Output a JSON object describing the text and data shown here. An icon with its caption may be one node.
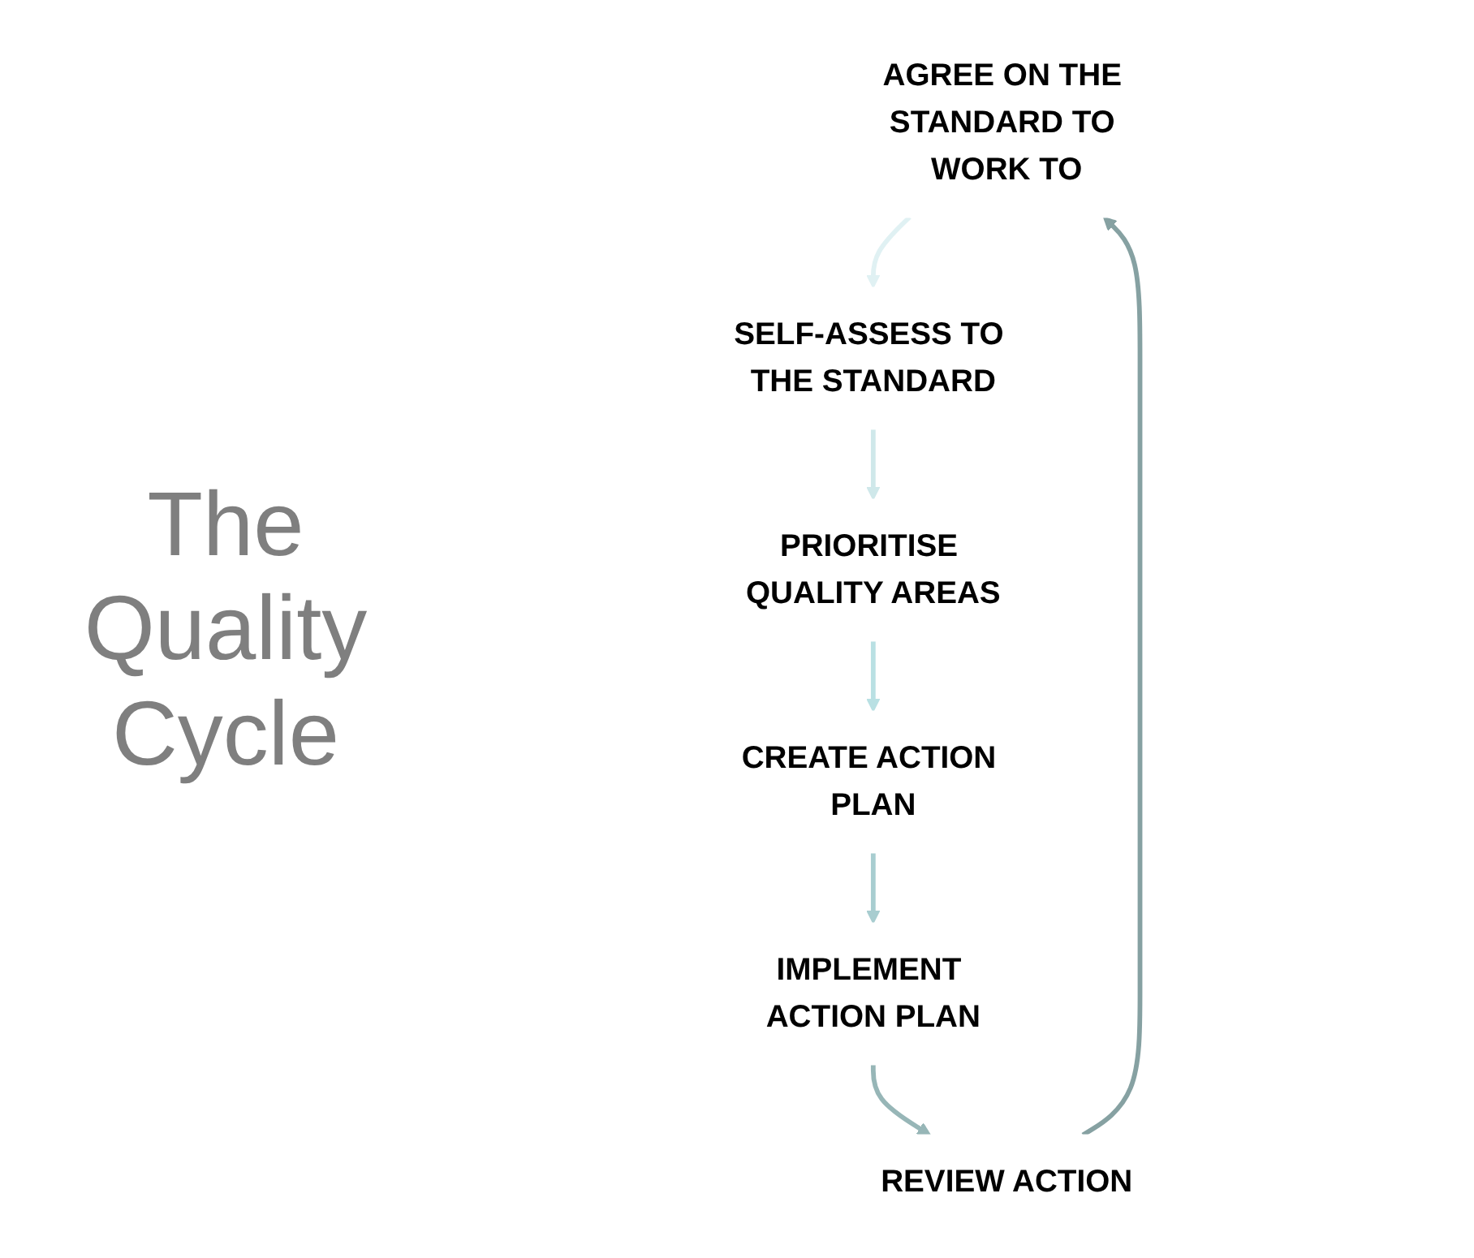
{
  "diagram": {
    "title": "The Quality Cycle",
    "nodes": [
      {
        "text": [
          "AGREE ON THE STANDARD TO WORK TO"
        ]
      },
      {
        "text": [
          "SELF-ASSESS TO THE STANDARD"
        ]
      },
      {
        "text": [
          "PRIORITISE QUALITY AREAS"
        ]
      },
      {
        "text": [
          "CREATE ACTION PLAN"
        ]
      },
      {
        "text": [
          "IMPLEMENT ACTION PLAN"
        ]
      },
      {
        "text": [
          "REVIEW ACTION"
        ]
      }
    ],
    "edges": [
      {
        "from": 0,
        "to": 1,
        "arrow": "to",
        "color": "#e0f1f3"
      },
      {
        "from": 1,
        "to": 2,
        "arrow": "to",
        "color": "#cfe8ea"
      },
      {
        "from": 2,
        "to": 3,
        "arrow": "to",
        "color": "#b9e0e3"
      },
      {
        "from": 3,
        "to": 4,
        "arrow": "to",
        "color": "#a8cdd0"
      },
      {
        "from": 4,
        "to": 5,
        "arrow": "to",
        "color": "#97b6b7"
      },
      {
        "from": 5,
        "to": 0,
        "arrow": "to",
        "color": "#86a1a2"
      }
    ]
  }
}
